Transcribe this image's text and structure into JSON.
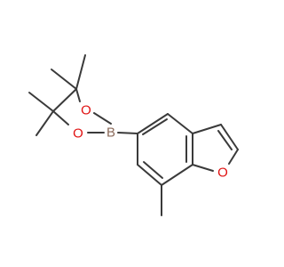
{
  "molecule": {
    "atoms": {
      "boron": {
        "symbol": "B",
        "color": "#8b6a5a"
      },
      "oxygen_top": {
        "symbol": "O",
        "color": "#e01010"
      },
      "oxygen_bottom": {
        "symbol": "O",
        "color": "#e01010"
      },
      "oxygen_furan": {
        "symbol": "O",
        "color": "#e01010"
      }
    },
    "bond_color": "#3a3a3a"
  }
}
